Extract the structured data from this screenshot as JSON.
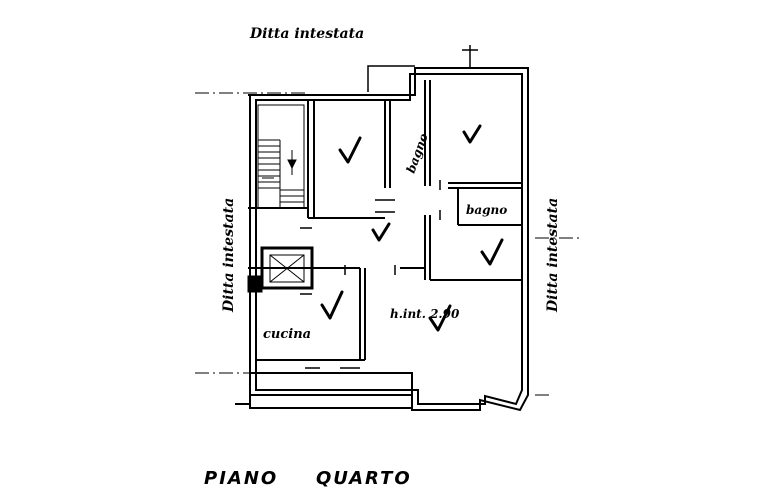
{
  "labels": {
    "top_neighbor": "Ditta intestata",
    "left_neighbor": "Ditta intestata",
    "right_neighbor": "Ditta intestata",
    "bath_1": "bagno",
    "bath_2": "bagno",
    "kitchen": "cucina",
    "height": "h.int. 2.90"
  },
  "title": {
    "floor_word": "PIANO",
    "level_word": "QUARTO"
  }
}
